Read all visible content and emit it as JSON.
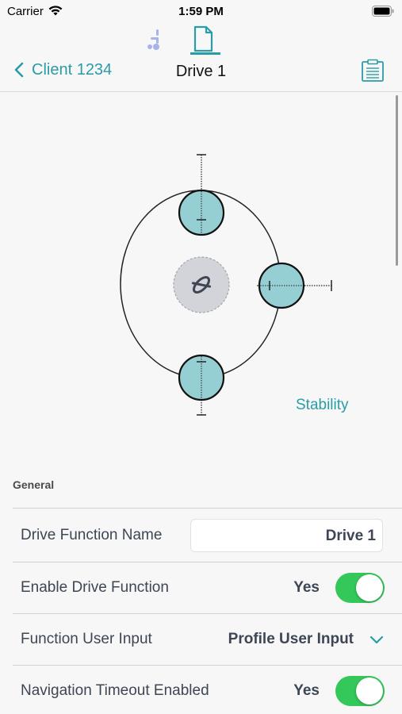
{
  "status_bar": {
    "carrier": "Carrier",
    "time": "1:59 PM"
  },
  "nav": {
    "back_label": "Client 1234",
    "title": "Drive 1",
    "active_tab": "document",
    "accent_color": "#2a9ca6"
  },
  "diagram": {
    "link_label": "Stability",
    "wheel_color": "#96cfd3",
    "center_color": "#d3d4d9"
  },
  "section": {
    "title": "General"
  },
  "form": {
    "drive_function_name": {
      "label": "Drive Function Name",
      "value": "Drive 1"
    },
    "enable_drive_function": {
      "label": "Enable Drive Function",
      "value": "Yes",
      "on": true
    },
    "function_user_input": {
      "label": "Function User Input",
      "value": "Profile User Input"
    },
    "navigation_timeout": {
      "label": "Navigation Timeout Enabled",
      "value": "Yes",
      "on": true
    }
  }
}
